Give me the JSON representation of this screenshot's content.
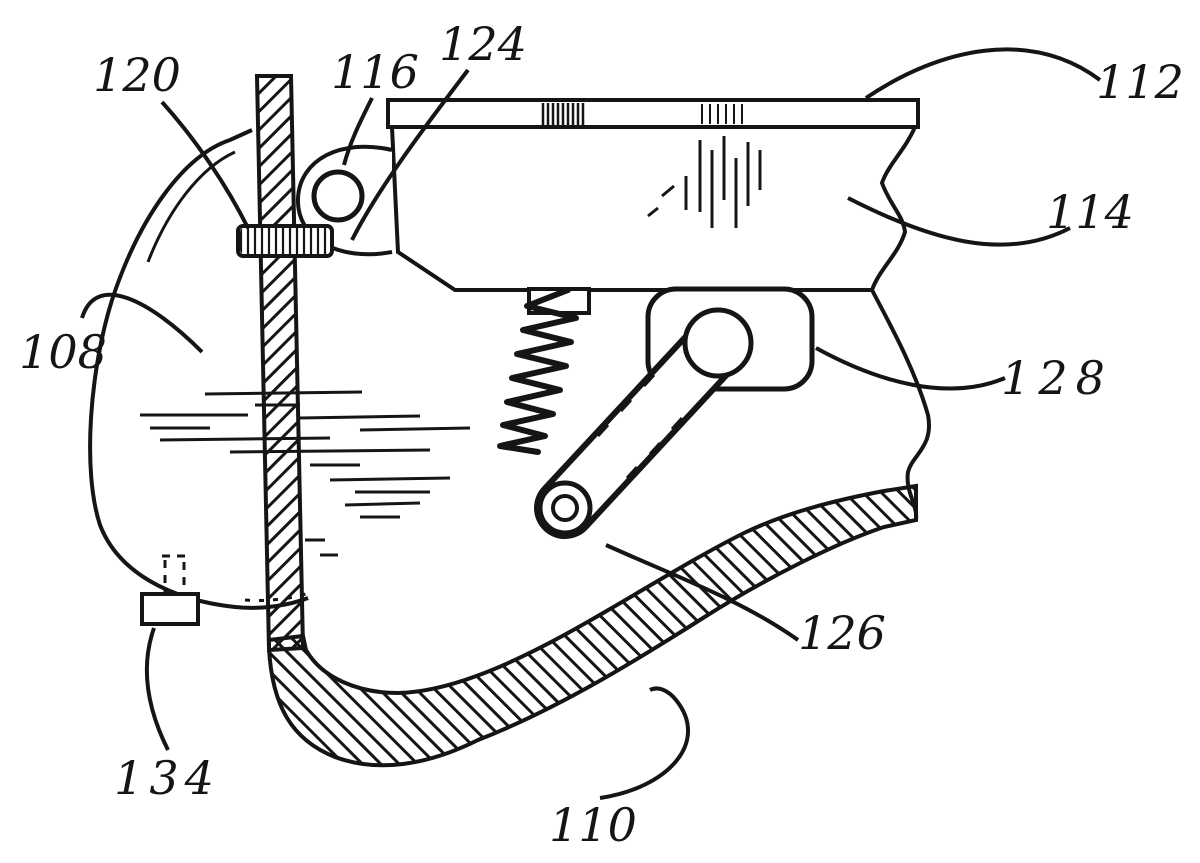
{
  "figure": {
    "kind": "patent-line-drawing",
    "colors": {
      "ink": "#151515",
      "paper": "#ffffff"
    }
  },
  "labels": [
    {
      "text": "120"
    },
    {
      "text": "116"
    },
    {
      "text": "124"
    },
    {
      "text": "112"
    },
    {
      "text": "114"
    },
    {
      "text": "108"
    },
    {
      "text": "128"
    },
    {
      "text": "126"
    },
    {
      "text": "134"
    },
    {
      "text": "110"
    }
  ]
}
